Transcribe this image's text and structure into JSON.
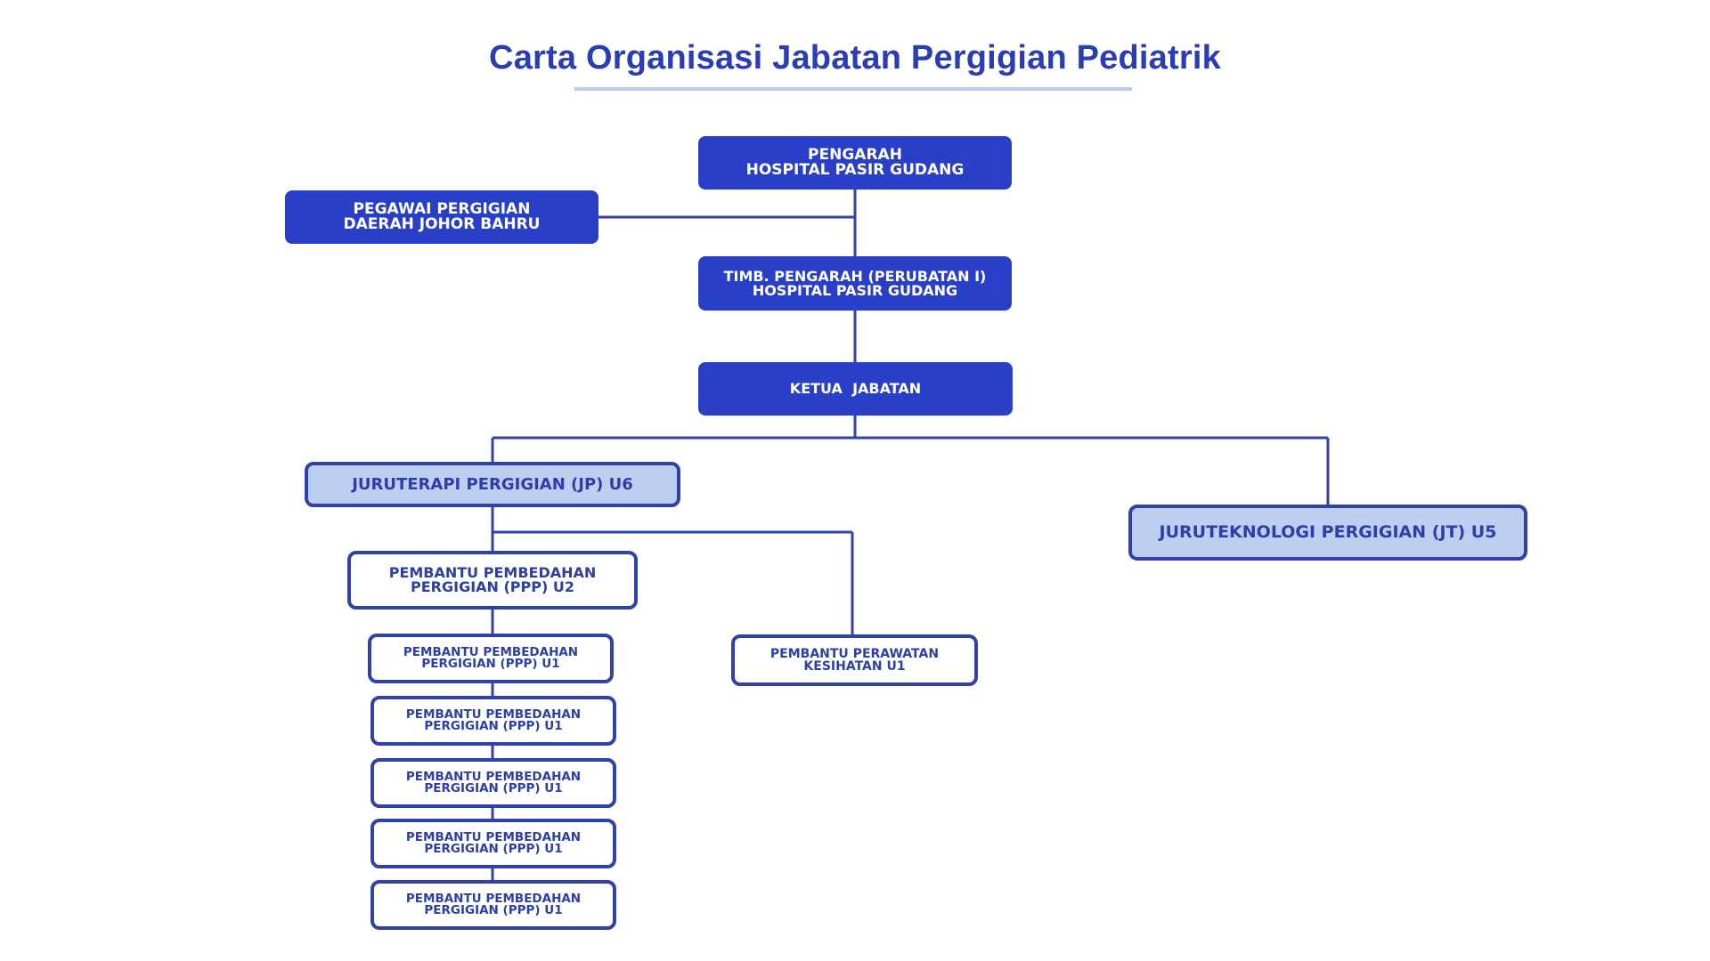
{
  "title": "Carta Organisasi Jabatan Pergigian Pediatrik",
  "colors": {
    "title": "#2b3db5",
    "solid_box": "#2a3fc8",
    "light_box": "#bccff0",
    "border": "#3241a8",
    "connector": "#3241a8",
    "underline": "#bccbe6"
  },
  "nodes": {
    "pengarah": {
      "label": "PENGARAH\nHOSPITAL PASIR GUDANG"
    },
    "pegawai_daerah": {
      "label": "PEGAWAI PERGIGIAN\nDAERAH JOHOR BAHRU"
    },
    "timb_pengarah": {
      "label": "TIMB. PENGARAH (PERUBATAN I)\nHOSPITAL PASIR GUDANG"
    },
    "ketua_jabatan": {
      "label": "KETUA  JABATAN"
    },
    "juruterapi": {
      "label": "JURUTERAPI PERGIGIAN (JP) U6"
    },
    "juruteknologi": {
      "label": "JURUTEKNOLOGI PERGIGIAN (JT) U5"
    },
    "ppp_u2": {
      "label": "PEMBANTU PEMBEDAHAN\nPERGIGIAN (PPP) U2"
    },
    "ppk_u1": {
      "label": "PEMBANTU PERAWATAN\nKESIHATAN U1"
    },
    "ppp_u1": [
      {
        "label": "PEMBANTU PEMBEDAHAN\nPERGIGIAN (PPP) U1"
      },
      {
        "label": "PEMBANTU PEMBEDAHAN\nPERGIGIAN (PPP) U1"
      },
      {
        "label": "PEMBANTU PEMBEDAHAN\nPERGIGIAN (PPP) U1"
      },
      {
        "label": "PEMBANTU PEMBEDAHAN\nPERGIGIAN (PPP) U1"
      },
      {
        "label": "PEMBANTU PEMBEDAHAN\nPERGIGIAN (PPP) U1"
      }
    ]
  }
}
